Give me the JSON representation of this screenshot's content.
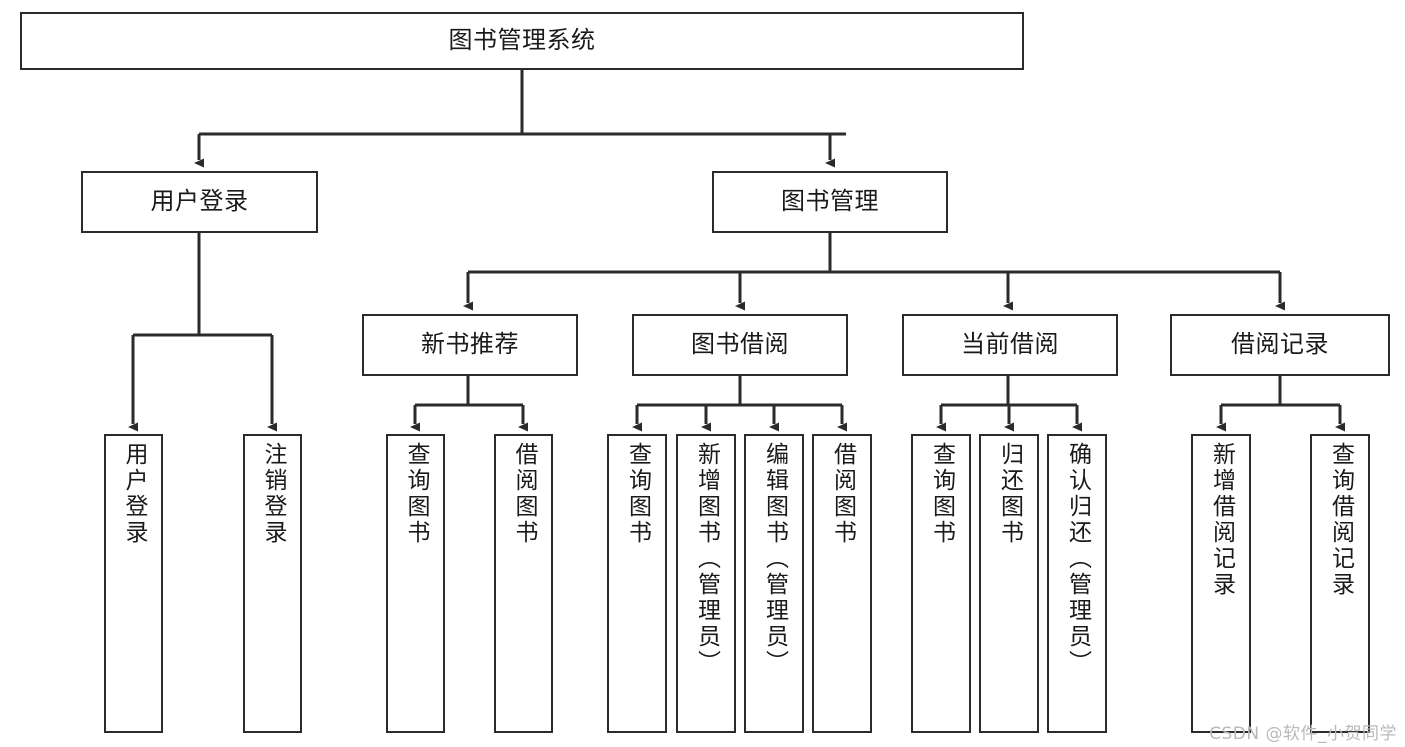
{
  "diagram": {
    "title": "图书管理系统",
    "type": "tree",
    "watermark": "CSDN @软件_小贺同学",
    "colors": {
      "box_border": "#2b2b2b",
      "box_fill": "#ffffff",
      "connector": "#2b2b2b",
      "background": "#ffffff",
      "watermark": "#b9b9b9"
    },
    "root": {
      "label": "图书管理系统"
    },
    "branches": [
      {
        "label": "用户登录",
        "leaves": [
          {
            "label": "用户登录"
          },
          {
            "label": "注销登录"
          }
        ]
      },
      {
        "label": "图书管理",
        "children": [
          {
            "label": "新书推荐",
            "leaves": [
              {
                "label": "查询图书"
              },
              {
                "label": "借阅图书"
              }
            ]
          },
          {
            "label": "图书借阅",
            "leaves": [
              {
                "label": "查询图书"
              },
              {
                "label": "新增图书（管理员）"
              },
              {
                "label": "编辑图书（管理员）"
              },
              {
                "label": "借阅图书"
              }
            ]
          },
          {
            "label": "当前借阅",
            "leaves": [
              {
                "label": "查询图书"
              },
              {
                "label": "归还图书"
              },
              {
                "label": "确认归还（管理员）"
              }
            ]
          },
          {
            "label": "借阅记录",
            "leaves": [
              {
                "label": "新增借阅记录"
              },
              {
                "label": "查询借阅记录"
              }
            ]
          }
        ]
      }
    ]
  }
}
